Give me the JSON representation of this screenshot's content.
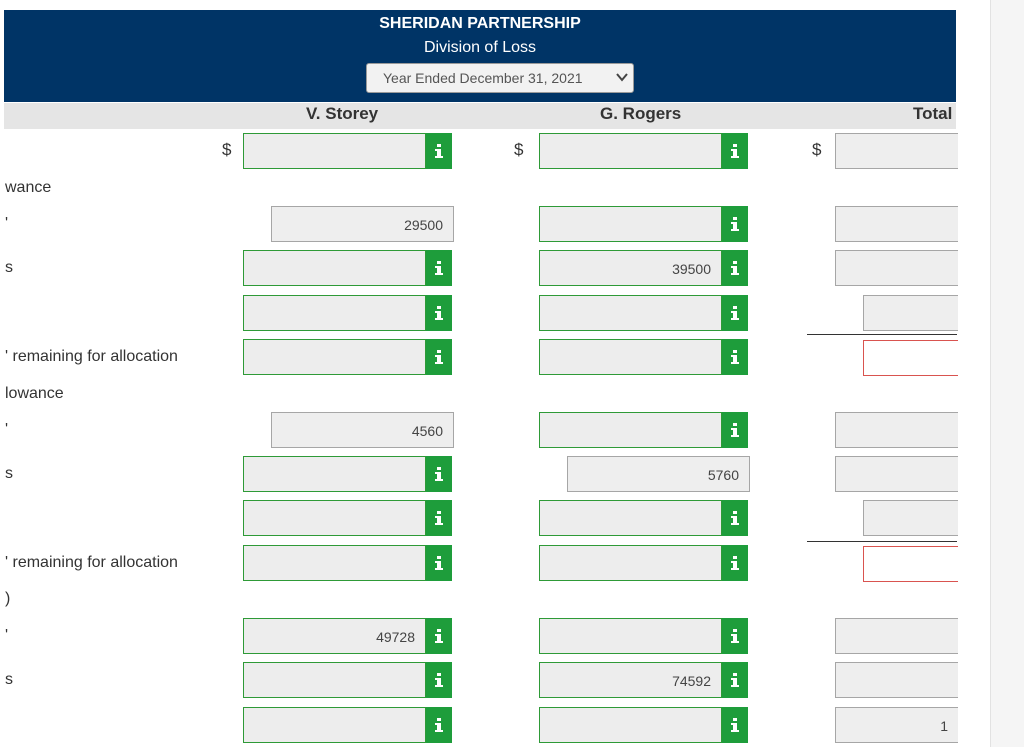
{
  "header": {
    "company": "SHERIDAN PARTNERSHIP",
    "statement": "Division of Loss",
    "period_selected": "Year Ended December 31, 2021"
  },
  "columns": {
    "partner1": "V. Storey",
    "partner2": "G. Rogers",
    "total": "Total"
  },
  "currency_symbol": "$",
  "row_labels": {
    "l1": "wance",
    "l2": "'",
    "l3": "s",
    "l4": "' remaining for allocation",
    "l5": "lowance",
    "l6": "'",
    "l7": "s",
    "l8": "' remaining for allocation",
    "l9": ")",
    "l10": "'",
    "l11": "s"
  },
  "values": {
    "storey_salary": "29500",
    "rogers_salary": "39500",
    "storey_interest": "4560",
    "rogers_interest": "5760",
    "storey_remaining": "49728",
    "rogers_remaining": "74592",
    "total_cut_char": "1"
  },
  "colors": {
    "header_bg": "#003466",
    "info_green": "#1e9d3b",
    "error_red": "#d9534f"
  },
  "icons": {
    "info": "info-icon",
    "dropdown": "chevron-down-icon"
  }
}
